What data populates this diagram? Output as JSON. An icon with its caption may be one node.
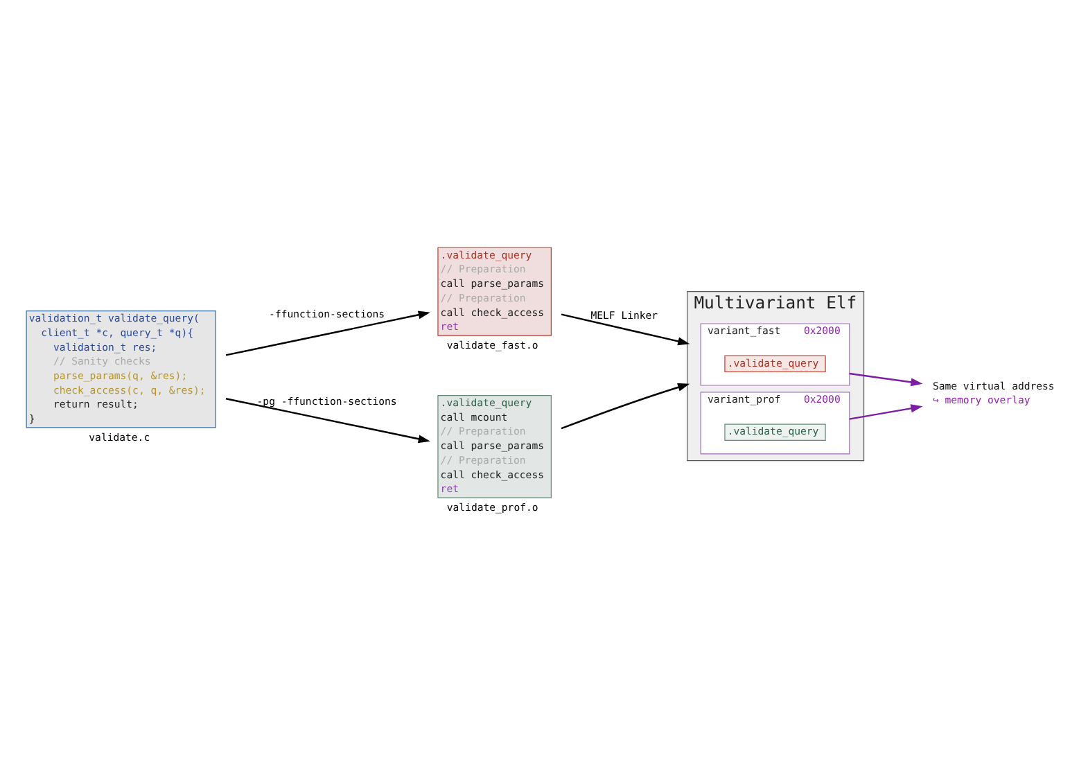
{
  "diagram": {
    "nodes": [
      {
        "text": [
          "validation_t validate_query(",
          "client_t *c, query_t *q){",
          "validation_t res;",
          "// Sanity checks",
          "parse_params(q, &res);",
          "check_access(c, q, &res);",
          "return result;",
          "}"
        ],
        "beside": [
          "validate.c"
        ]
      },
      {
        "text": [
          ".validate_query",
          "// Preparation",
          "call parse_params",
          "// Preparation",
          "call check_access",
          "ret"
        ],
        "beside": [
          "validate_fast.o"
        ]
      },
      {
        "text": [
          ".validate_query",
          "call mcount",
          "// Preparation",
          "call parse_params",
          "// Preparation",
          "call check_access",
          "ret"
        ],
        "beside": [
          "validate_prof.o"
        ]
      },
      {
        "text": [
          "Multivariant Elf"
        ]
      },
      {
        "text": [
          "variant_fast",
          "0x2000"
        ],
        "in": 3
      },
      {
        "text": [
          ".validate_query"
        ],
        "in": 4
      },
      {
        "text": [
          "variant_prof",
          "0x2000"
        ],
        "in": 3
      },
      {
        "text": [
          ".validate_query"
        ],
        "in": 6
      },
      {
        "text": [
          "Same virtual address",
          "↪ memory overlay"
        ]
      }
    ],
    "edges": [
      {
        "from": 0,
        "to": 1,
        "arrow": "to",
        "label": "-ffunction-sections"
      },
      {
        "from": 0,
        "to": 2,
        "arrow": "to",
        "label": "-pg -ffunction-sections"
      },
      {
        "from": 1,
        "to": 3,
        "arrow": "to",
        "label": "MELF Linker"
      },
      {
        "from": 2,
        "to": 3,
        "arrow": "to"
      },
      {
        "from": 4,
        "to": 8,
        "arrow": "to",
        "color": "#7b1fa2"
      },
      {
        "from": 6,
        "to": 8,
        "arrow": "to",
        "color": "#7b1fa2"
      }
    ]
  }
}
